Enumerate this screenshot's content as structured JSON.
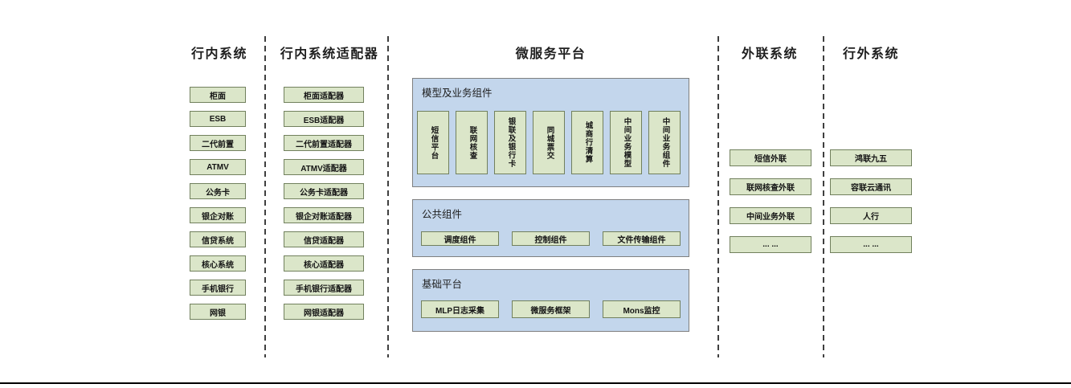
{
  "diagram": {
    "inbank": {
      "header": "行内系统",
      "items": [
        "柜面",
        "ESB",
        "二代前置",
        "ATMV",
        "公务卡",
        "银企对账",
        "信贷系统",
        "核心系统",
        "手机银行",
        "网银"
      ]
    },
    "adapters": {
      "header": "行内系统适配器",
      "items": [
        "柜面适配器",
        "ESB适配器",
        "二代前置适配器",
        "ATMV适配器",
        "公务卡适配器",
        "银企对账适配器",
        "信贷适配器",
        "核心适配器",
        "手机银行适配器",
        "网银适配器"
      ]
    },
    "platform": {
      "header": "微服务平台",
      "groups": [
        {
          "title": "模型及业务组件",
          "items": [
            "短信平台",
            "联网核查",
            "银联及银行卡",
            "同城票交",
            "城商行清算",
            "中间业务模型",
            "中间业务组件"
          ]
        },
        {
          "title": "公共组件",
          "items": [
            "调度组件",
            "控制组件",
            "文件传输组件"
          ]
        },
        {
          "title": "基础平台",
          "items": [
            "MLP日志采集",
            "微服务框架",
            "Mons监控"
          ]
        }
      ]
    },
    "outbound": {
      "header": "外联系统",
      "items": [
        "短信外联",
        "联网核查外联",
        "中间业务外联",
        "... ..."
      ]
    },
    "external": {
      "header": "行外系统",
      "items": [
        "鸿联九五",
        "容联云通讯",
        "人行",
        "... ..."
      ]
    },
    "colors": {
      "box_fill": "#dbe6c9",
      "box_border": "#71805d",
      "panel_fill": "#c3d6ec",
      "panel_border": "#7f7f7f",
      "divider": "#3f3f3f",
      "bottom_rule": "#000000",
      "text": "#1f1f1f"
    }
  }
}
